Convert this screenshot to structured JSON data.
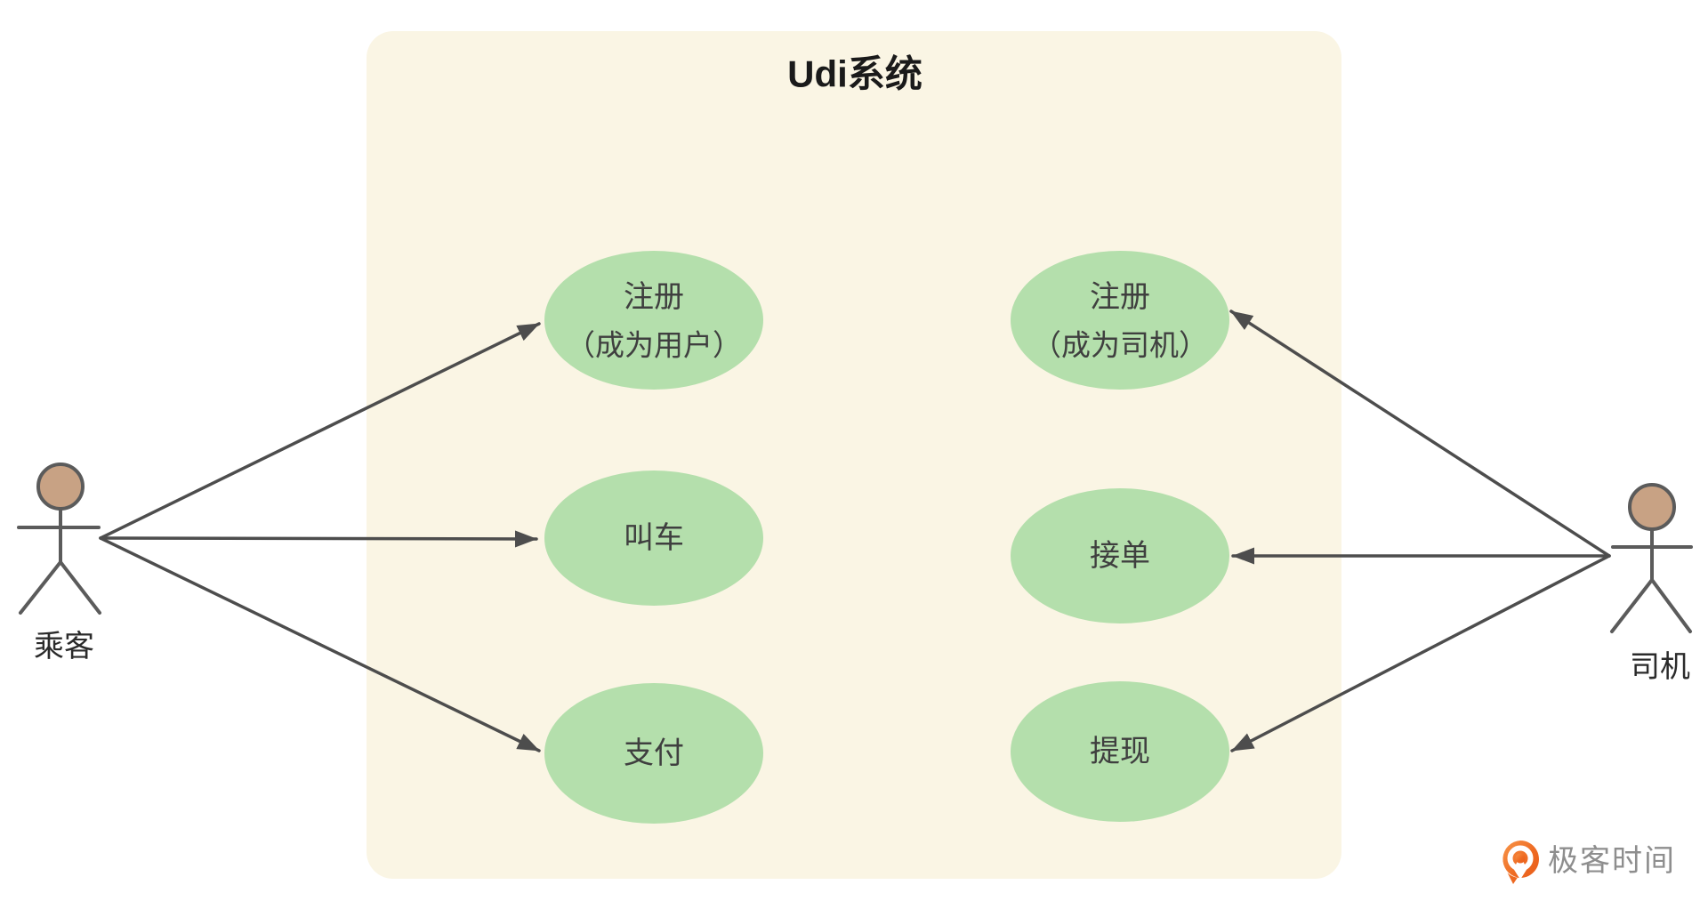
{
  "system": {
    "title": "Udi系统"
  },
  "actors": {
    "passenger": {
      "label": "乘客"
    },
    "driver": {
      "label": "司机"
    }
  },
  "use_cases": {
    "passenger": [
      {
        "line1": "注册",
        "line2": "（成为用户）"
      },
      {
        "line1": "叫车"
      },
      {
        "line1": "支付"
      }
    ],
    "driver": [
      {
        "line1": "注册",
        "line2": "（成为司机）"
      },
      {
        "line1": "接单"
      },
      {
        "line1": "提现"
      }
    ]
  },
  "relations": [
    {
      "from": "乘客",
      "to": "注册（成为用户）"
    },
    {
      "from": "乘客",
      "to": "叫车"
    },
    {
      "from": "乘客",
      "to": "支付"
    },
    {
      "from": "司机",
      "to": "注册（成为司机）"
    },
    {
      "from": "司机",
      "to": "接单"
    },
    {
      "from": "司机",
      "to": "提现"
    }
  ],
  "branding": {
    "logo_text": "极客时间",
    "logo_color": "#ee6a22"
  },
  "colors": {
    "page_background": "#ffffff",
    "system_panel": "#faf5e4",
    "usecase_fill": "#b4dfac",
    "association_line": "#4d4d4d",
    "actor_head_fill": "#c8a284",
    "actor_stroke": "#5b5b5b",
    "title_text": "#1a1a1a",
    "usecase_text": "#3f3f3f",
    "logo_text_color": "#8e8e8e"
  }
}
